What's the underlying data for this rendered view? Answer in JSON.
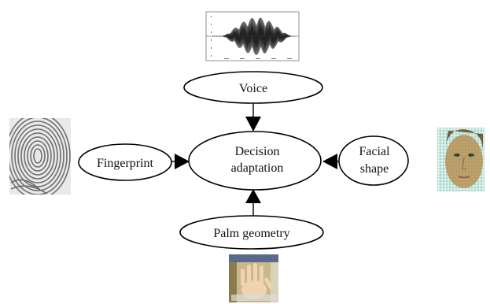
{
  "nodes": {
    "center": {
      "line1": "Decision",
      "line2": "adaptation"
    },
    "voice": {
      "label": "Voice"
    },
    "fingerprint": {
      "label": "Fingerprint"
    },
    "facial": {
      "line1": "Facial",
      "line2": "shape"
    },
    "palm": {
      "label": "Palm geometry"
    }
  },
  "images": {
    "voice": "voice-waveform-plot",
    "fingerprint": "fingerprint-scan",
    "face": "face-mesh-image",
    "palm": "palm-geometry-photo"
  },
  "colors": {
    "stroke": "#000000",
    "fingerprint_bg": "#e9e9e9",
    "fingerprint_ridge": "#6e6e6e",
    "face_skin": "#d89a5c",
    "face_mesh": "#3fb2a2",
    "palm_bg": "#c9b98a",
    "palm_skin": "#f0d3b0"
  }
}
